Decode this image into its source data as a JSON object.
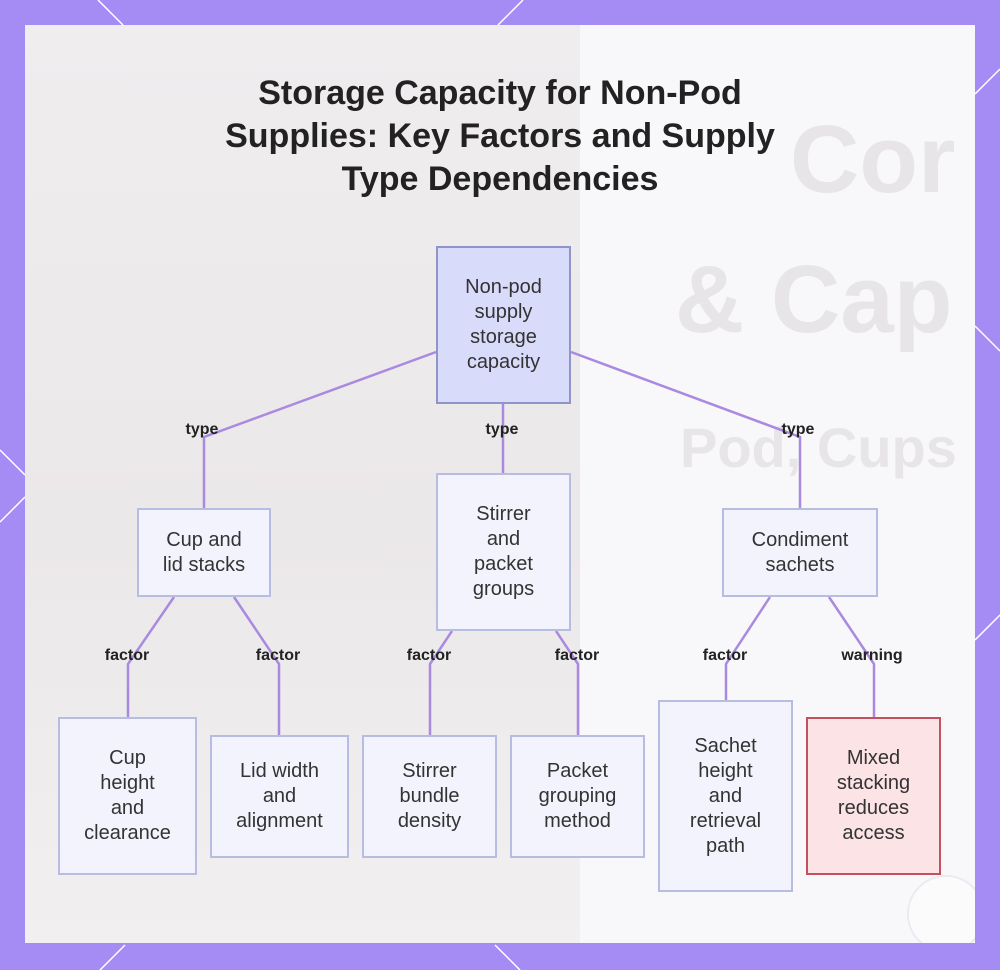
{
  "title": "Storage Capacity for Non-Pod Supplies: Key Factors and Supply Type Dependencies",
  "background_text": {
    "line1": "Cor",
    "line2": "& Cap",
    "line3": "Pod, Cups"
  },
  "colors": {
    "frame": "#a58cf5",
    "edge": "#a98ae0",
    "root_fill": "#d9dbfb",
    "node_fill": "#f3f3fd",
    "node_border": "#b6bde0",
    "warning_fill": "#fbe3e6",
    "warning_border": "#c55060"
  },
  "nodes": {
    "root": "Non-pod\nsupply\nstorage\ncapacity",
    "cups": "Cup and\nlid stacks",
    "stirrer": "Stirrer\nand\npacket\ngroups",
    "condiment": "Condiment\nsachets",
    "cup_height": "Cup\nheight\nand\nclearance",
    "lid_width": "Lid width\nand\nalignment",
    "stirrer_density": "Stirrer\nbundle\ndensity",
    "packet_method": "Packet\ngrouping\nmethod",
    "sachet_height": "Sachet\nheight\nand\nretrieval\npath",
    "mixed_stacking": "Mixed\nstacking\nreduces\naccess"
  },
  "edges": [
    {
      "from": "root",
      "to": "cups",
      "label": "type"
    },
    {
      "from": "root",
      "to": "stirrer",
      "label": "type"
    },
    {
      "from": "root",
      "to": "condiment",
      "label": "type"
    },
    {
      "from": "cups",
      "to": "cup_height",
      "label": "factor"
    },
    {
      "from": "cups",
      "to": "lid_width",
      "label": "factor"
    },
    {
      "from": "stirrer",
      "to": "stirrer_density",
      "label": "factor"
    },
    {
      "from": "stirrer",
      "to": "packet_method",
      "label": "factor"
    },
    {
      "from": "condiment",
      "to": "sachet_height",
      "label": "factor"
    },
    {
      "from": "condiment",
      "to": "mixed_stacking",
      "label": "warning"
    }
  ]
}
